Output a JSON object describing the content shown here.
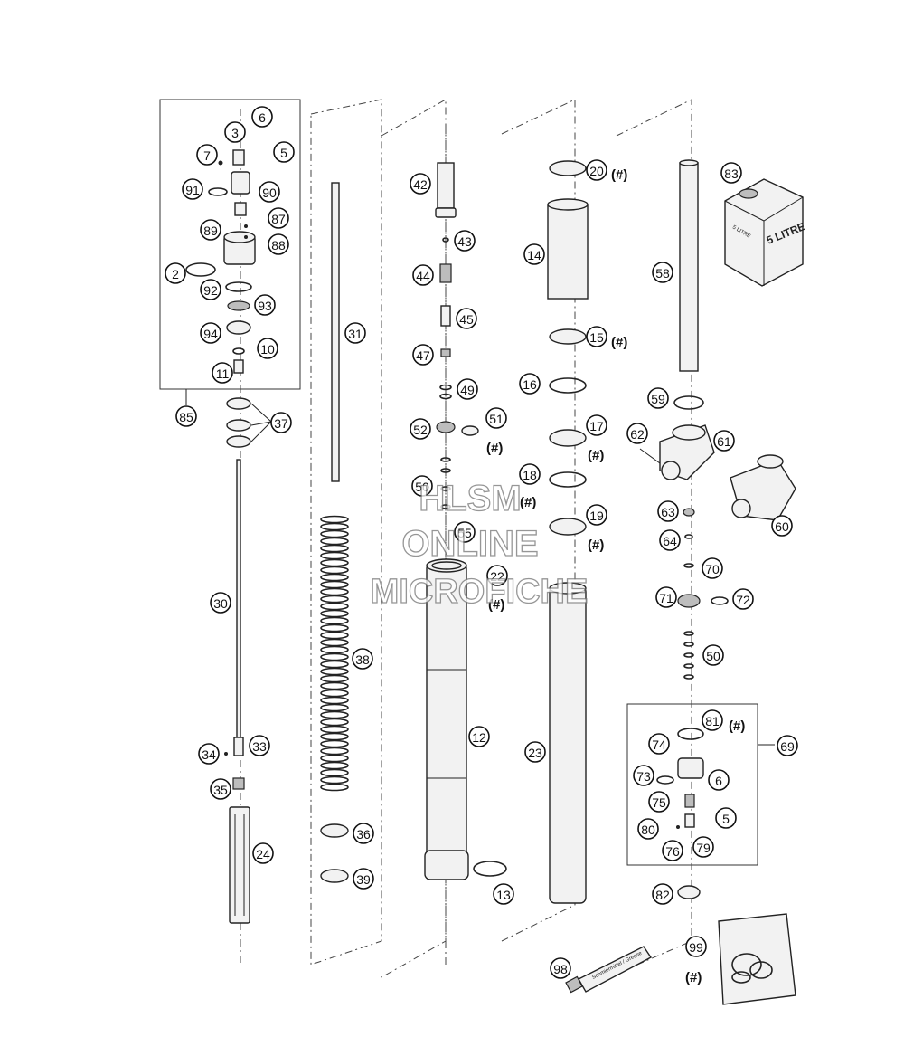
{
  "callouts": [
    {
      "n": "3"
    },
    {
      "n": "6"
    },
    {
      "n": "7"
    },
    {
      "n": "5"
    },
    {
      "n": "91"
    },
    {
      "n": "90"
    },
    {
      "n": "87"
    },
    {
      "n": "89"
    },
    {
      "n": "88"
    },
    {
      "n": "2"
    },
    {
      "n": "92"
    },
    {
      "n": "93"
    },
    {
      "n": "94"
    },
    {
      "n": "10"
    },
    {
      "n": "11"
    },
    {
      "n": "85"
    },
    {
      "n": "37"
    },
    {
      "n": "30"
    },
    {
      "n": "34"
    },
    {
      "n": "33"
    },
    {
      "n": "35"
    },
    {
      "n": "24"
    },
    {
      "n": "31"
    },
    {
      "n": "38"
    },
    {
      "n": "36"
    },
    {
      "n": "39"
    },
    {
      "n": "42"
    },
    {
      "n": "43"
    },
    {
      "n": "44"
    },
    {
      "n": "45"
    },
    {
      "n": "47"
    },
    {
      "n": "49"
    },
    {
      "n": "52"
    },
    {
      "n": "51"
    },
    {
      "n": "50"
    },
    {
      "n": "55"
    },
    {
      "n": "22"
    },
    {
      "n": "12"
    },
    {
      "n": "13"
    },
    {
      "n": "20"
    },
    {
      "n": "14"
    },
    {
      "n": "15"
    },
    {
      "n": "16"
    },
    {
      "n": "17"
    },
    {
      "n": "18"
    },
    {
      "n": "19"
    },
    {
      "n": "23"
    },
    {
      "n": "98"
    },
    {
      "n": "83"
    },
    {
      "n": "58"
    },
    {
      "n": "59"
    },
    {
      "n": "62"
    },
    {
      "n": "61"
    },
    {
      "n": "60"
    },
    {
      "n": "63"
    },
    {
      "n": "64"
    },
    {
      "n": "70"
    },
    {
      "n": "71"
    },
    {
      "n": "72"
    },
    {
      "n": "50"
    },
    {
      "n": "81"
    },
    {
      "n": "69"
    },
    {
      "n": "74"
    },
    {
      "n": "73"
    },
    {
      "n": "6"
    },
    {
      "n": "75"
    },
    {
      "n": "5"
    },
    {
      "n": "80"
    },
    {
      "n": "76"
    },
    {
      "n": "79"
    },
    {
      "n": "82"
    },
    {
      "n": "99"
    }
  ],
  "markers": {
    "hash": "(#)"
  },
  "can_label": "5 LITRE",
  "can_side_label": "5 LITRE",
  "tube_label": "Schmiermittel / Grease",
  "watermark": {
    "line1": "HLSM",
    "line2": "ONLINE",
    "line3": "MICROFICHE"
  },
  "colors": {
    "ink": "#111111",
    "paper": "#ffffff",
    "watermark_stroke": "#777777"
  }
}
